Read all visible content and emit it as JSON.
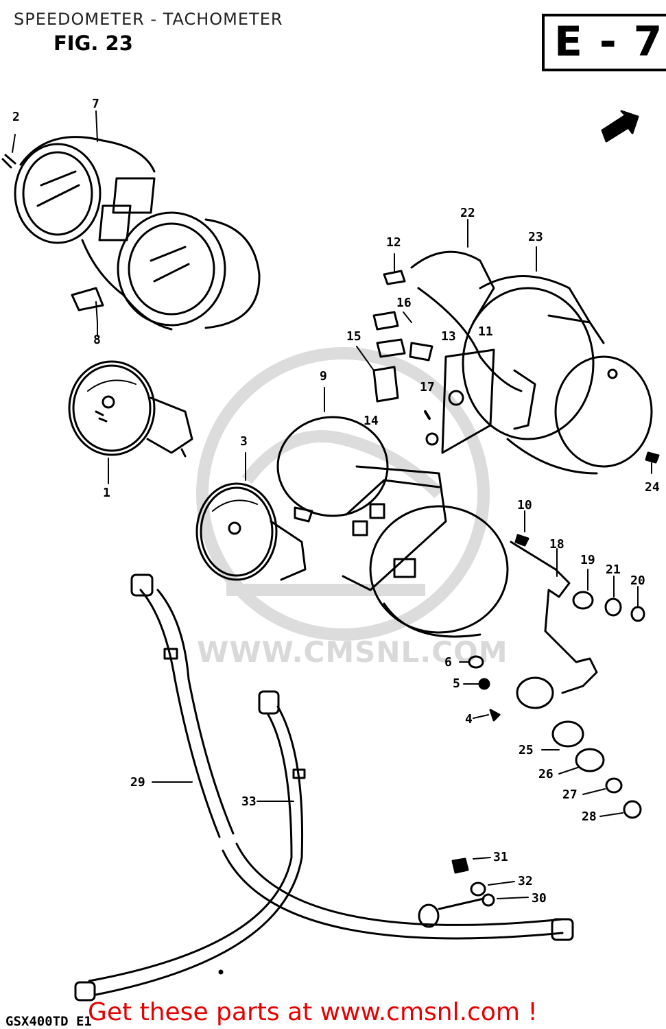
{
  "header": {
    "title": "SPEEDOMETER - TACHOMETER",
    "figure": "FIG. 23",
    "section_code": "E - 7"
  },
  "callouts": [
    {
      "key": "p1",
      "label": "1"
    },
    {
      "key": "p2",
      "label": "2"
    },
    {
      "key": "p3",
      "label": "3"
    },
    {
      "key": "p4",
      "label": "4"
    },
    {
      "key": "p5",
      "label": "5"
    },
    {
      "key": "p6",
      "label": "6"
    },
    {
      "key": "p7",
      "label": "7"
    },
    {
      "key": "p8",
      "label": "8"
    },
    {
      "key": "p9",
      "label": "9"
    },
    {
      "key": "p10",
      "label": "10"
    },
    {
      "key": "p11",
      "label": "11"
    },
    {
      "key": "p12",
      "label": "12"
    },
    {
      "key": "p13",
      "label": "13"
    },
    {
      "key": "p14",
      "label": "14"
    },
    {
      "key": "p15",
      "label": "15"
    },
    {
      "key": "p16",
      "label": "16"
    },
    {
      "key": "p17",
      "label": "17"
    },
    {
      "key": "p18",
      "label": "18"
    },
    {
      "key": "p19",
      "label": "19"
    },
    {
      "key": "p20",
      "label": "20"
    },
    {
      "key": "p21",
      "label": "21"
    },
    {
      "key": "p22",
      "label": "22"
    },
    {
      "key": "p23",
      "label": "23"
    },
    {
      "key": "p24",
      "label": "24"
    },
    {
      "key": "p25",
      "label": "25"
    },
    {
      "key": "p26",
      "label": "26"
    },
    {
      "key": "p27",
      "label": "27"
    },
    {
      "key": "p28",
      "label": "28"
    },
    {
      "key": "p29",
      "label": "29"
    },
    {
      "key": "p30",
      "label": "30"
    },
    {
      "key": "p31",
      "label": "31"
    },
    {
      "key": "p32",
      "label": "32"
    },
    {
      "key": "p33",
      "label": "33"
    }
  ],
  "footer": {
    "model_code": "GSX400TD E1",
    "cta": "Get these parts at www.cmsnl.com !",
    "watermark": "WWW.CMSNL.COM"
  },
  "colors": {
    "line": "#000000",
    "cta": "#e60000",
    "watermark": "#d9d9d9"
  }
}
